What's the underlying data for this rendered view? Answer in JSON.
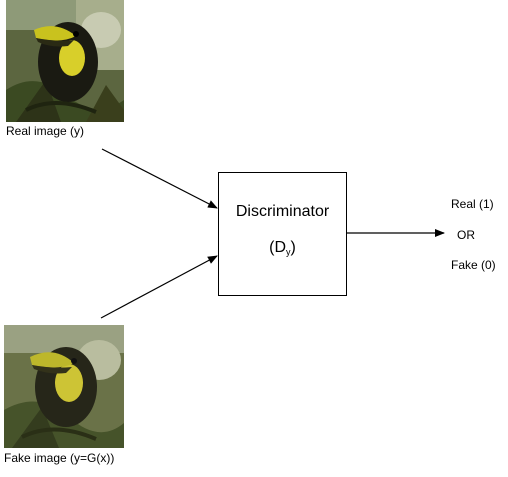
{
  "real_input": {
    "caption": "Real image (y)",
    "picture": "toucan-photo"
  },
  "fake_input": {
    "caption": "Fake image (y=G(x))",
    "picture": "toucan-photo-generated"
  },
  "discriminator": {
    "title": "Discriminator",
    "symbol": "D",
    "symbol_sub": "y"
  },
  "outputs": {
    "real": "Real (1)",
    "or": "OR",
    "fake": "Fake (0)"
  },
  "colors": {
    "line": "#000000",
    "bird_body": "#1a1a12",
    "beak": "#c9c21e",
    "foliage": "#4d5a2a"
  }
}
